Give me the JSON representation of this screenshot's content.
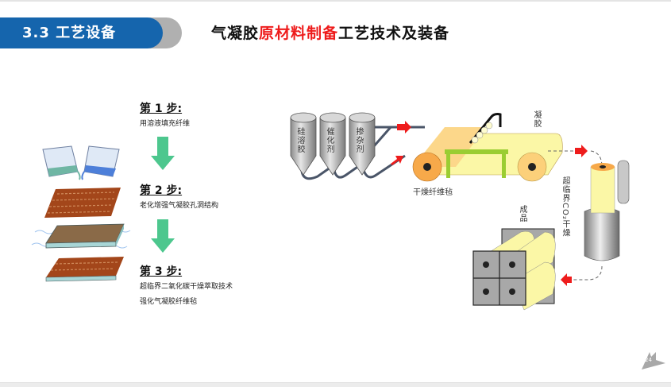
{
  "header": {
    "section_label": "3.3 工艺设备",
    "title_prefix": "气凝胶",
    "title_highlight": "原材料制备",
    "title_suffix": "工艺技术及装备"
  },
  "steps": [
    {
      "title": "第 1 步:",
      "desc": [
        "用溶液填充纤维"
      ]
    },
    {
      "title": "第 2 步:",
      "desc": [
        "老化增强气凝胶孔洞结构"
      ]
    },
    {
      "title": "第 3 步:",
      "desc": [
        "超临界二氧化碳干燥萃取技术",
        "强化气凝胶纤维毡"
      ]
    }
  ],
  "diagram": {
    "tanks": [
      "硅溶胶",
      "催化剂",
      "掺杂剂"
    ],
    "conveyor_label": "干燥纤维毡",
    "gel_label": "凝胶",
    "dryer_label": "超临界CO₂干燥",
    "product_label": "成品"
  },
  "colors": {
    "brand_blue": "#1565ad",
    "highlight_red": "#ee1c1c",
    "arrow_green": "#4dc78e"
  },
  "footer": {
    "page_number": "24"
  }
}
